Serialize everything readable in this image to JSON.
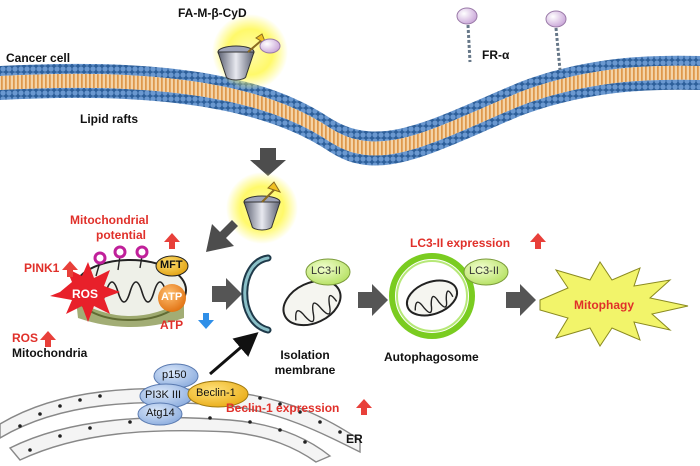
{
  "labels": {
    "cancer_cell": "Cancer cell",
    "lipid_rafts": "Lipid rafts",
    "fa_m_beta_cyd": "FA-M-β-CyD",
    "fr_alpha": "FR-α",
    "mitochondrial_potential_line1": "Mitochondrial",
    "mitochondrial_potential_line2": "potential",
    "pink1": "PINK1",
    "ros_burst": "ROS",
    "ros_label": "ROS",
    "mitochondria": "Mitochondria",
    "mft": "MFT",
    "atp_badge": "ATP",
    "atp_label": "ATP",
    "lc3_ii_expression": "LC3-II expression",
    "lc3_ii_a": "LC3-II",
    "lc3_ii_b": "LC3-II",
    "isolation_membrane_line1": "Isolation",
    "isolation_membrane_line2": "membrane",
    "autophagosome": "Autophagosome",
    "mitophagy": "Mitophagy",
    "p150": "p150",
    "pi3k_iii": "PI3K III",
    "beclin1": "Beclin-1",
    "atg14": "Atg14",
    "beclin1_expression": "Beclin-1 expression",
    "er": "ER"
  },
  "colors": {
    "increase_arrow": "#e8403a",
    "decrease_arrow": "#2f8fe8",
    "lipid_head": "#3f6fa8",
    "lipid_tail": "#d98a36",
    "lc3_badge": "#c9ec7a",
    "mitophagy_burst": "#f2f46a",
    "ros_burst": "#e8202a",
    "atp_badge": "#f08a1c",
    "mft_badge": "#f2c01c",
    "complex_blue": "#a9c4ea",
    "complex_yellow": "#f4c21c",
    "flow_arrow": "#555555"
  }
}
